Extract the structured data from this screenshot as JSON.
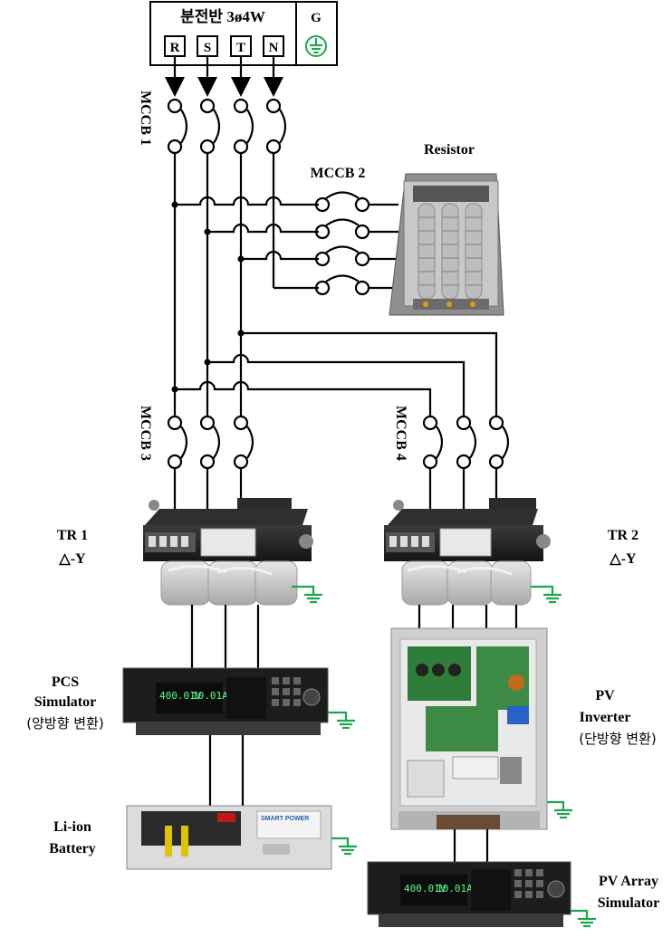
{
  "panel": {
    "title": "분전반 3ø4W",
    "ground_label": "G",
    "terminals": [
      "R",
      "S",
      "T",
      "N"
    ]
  },
  "breakers": {
    "mccb1": "MCCB 1",
    "mccb2": "MCCB 2",
    "mccb3": "MCCB 3",
    "mccb4": "MCCB 4"
  },
  "components": {
    "resistor": "Resistor",
    "tr1": [
      "TR 1",
      "△-Y"
    ],
    "tr2": [
      "TR 2",
      "△-Y"
    ],
    "pcs": [
      "PCS",
      "Simulator",
      "(양방향 변환)"
    ],
    "battery": [
      "Li-ion",
      "Battery"
    ],
    "pv_inverter": [
      "PV",
      "Inverter",
      "(단방향 변환)"
    ],
    "pv_array": [
      "PV Array",
      "Simulator"
    ]
  },
  "device_screens": {
    "pcs_readout_1": "400.01V",
    "pcs_readout_2": "10.01A",
    "array_readout_1": "400.01V",
    "array_readout_2": "10.01A",
    "battery_brand": "SMART POWER"
  },
  "colors": {
    "wire": "#000000",
    "ground": "#1aa64a",
    "screen_text": "#5cff8a"
  }
}
